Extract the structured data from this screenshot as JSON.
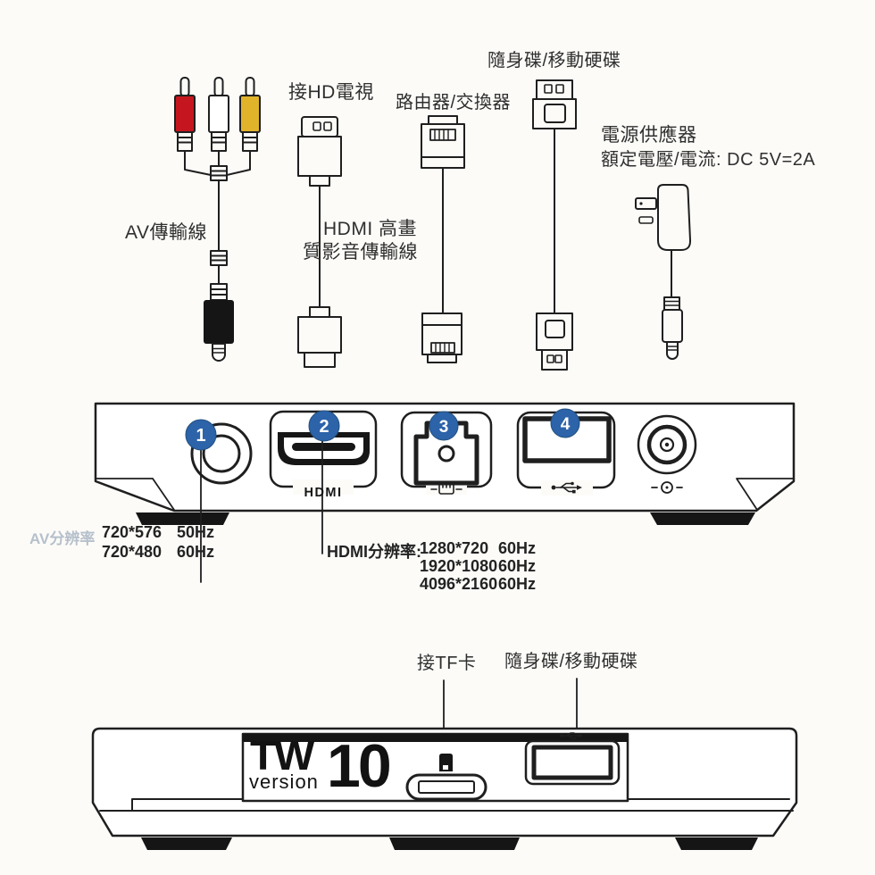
{
  "top_accessories": {
    "av_cable_label": "AV傳輸線",
    "hdmi_connect_label": "接HD電視",
    "hdmi_cable_label_line1": "HDMI 高畫",
    "hdmi_cable_label_line2": "質影音傳輸線",
    "ethernet_label": "路由器/交換器",
    "usb_label": "隨身碟/移動硬碟",
    "power_label": "電源供應器",
    "power_spec": "額定電壓/電流: DC 5V=2A"
  },
  "rear_panel": {
    "badges": [
      "1",
      "2",
      "3",
      "4"
    ],
    "hdmi_logo": "HDMI",
    "av_resolution": {
      "label": "AV分辨率",
      "rows": [
        {
          "res": "720*576",
          "hz": "50Hz"
        },
        {
          "res": "720*480",
          "hz": "60Hz"
        }
      ]
    },
    "hdmi_resolution": {
      "label": "HDMI分辨率:",
      "rows": [
        {
          "res": "1280*720",
          "hz": "60Hz"
        },
        {
          "res": "1920*1080",
          "hz": "60Hz"
        },
        {
          "res": "4096*2160",
          "hz": "60Hz"
        }
      ]
    }
  },
  "front_panel": {
    "tf_card_label": "接TF卡",
    "usb_label": "隨身碟/移動硬碟",
    "logo": {
      "tw": "TW",
      "version": "version",
      "number": "10"
    }
  },
  "icons": {
    "port1": "av-jack",
    "port2": "hdmi-port",
    "port3": "ethernet-port",
    "port4": "usb-port",
    "power": "dc-power-jack",
    "below_port3": "ethernet-icon",
    "below_port4": "usb-trident-icon",
    "below_power": "dc-power-icon",
    "front_usb": "usb-trident-icon",
    "front_tf": "tf-card-icon"
  },
  "colors": {
    "line": "#1f1f1f",
    "rca_red": "#c5161f",
    "rca_white": "#ffffff",
    "rca_yellow": "#e0b32b",
    "badge_blue": "#2c63a9",
    "faint_label": "#b6c0cb",
    "background": "#fcfbf8"
  }
}
